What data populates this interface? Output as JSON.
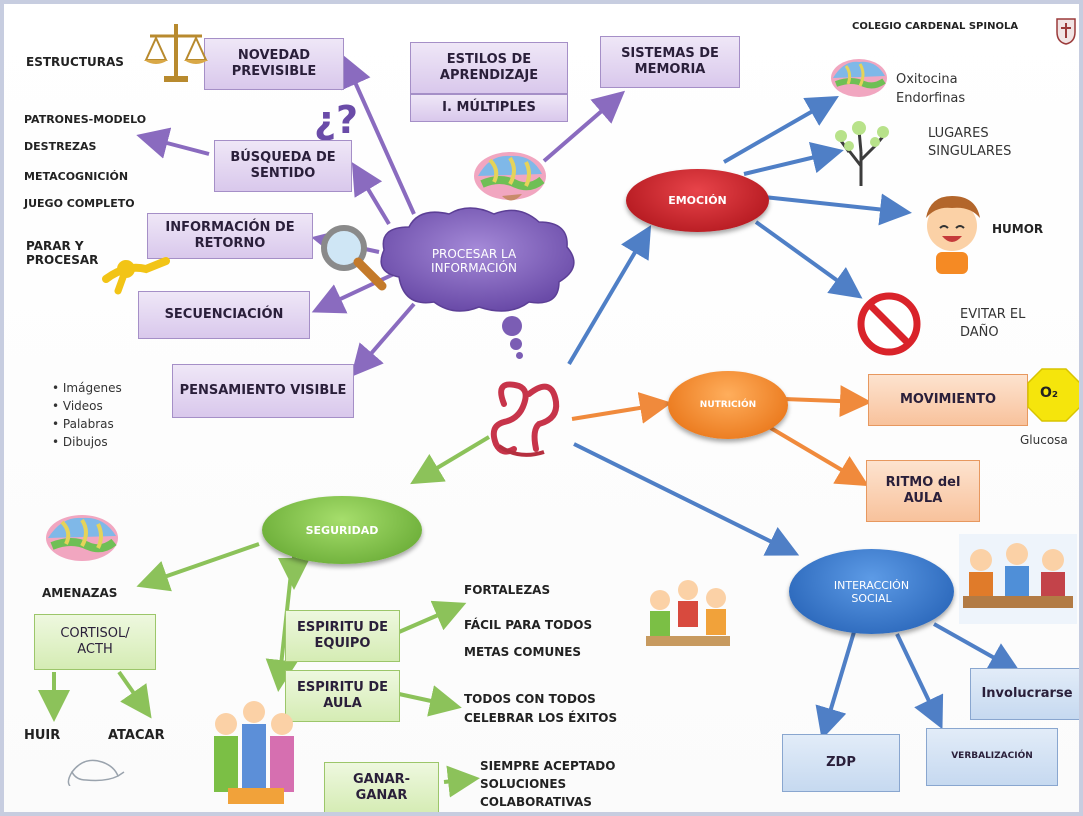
{
  "header": {
    "school": "COLEGIO CARDENAL SPINOLA"
  },
  "nodes": {
    "process": "PROCESAR LA INFORMACIÓN",
    "emotion": "EMOCIÓN",
    "nutrition": "NUTRICIÓN",
    "security": "SEGURIDAD",
    "social": "INTERACCIÓN SOCIAL"
  },
  "process_branch": {
    "novelty": "NOVEDAD PREVISIBLE",
    "structures": "ESTRUCTURAS",
    "learning_styles": "ESTILOS DE APRENDIZAJE",
    "multiple": "I. MÚLTIPLES",
    "memory": "SISTEMAS DE MEMORIA",
    "meaning": "BÚSQUEDA DE SENTIDO",
    "meaning_items": [
      "PATRONES-MODELO",
      "DESTREZAS",
      "METACOGNICIÓN",
      "JUEGO COMPLETO"
    ],
    "feedback": "INFORMACIÓN DE RETORNO",
    "stop": "PARAR Y PROCESAR",
    "sequence": "SECUENCIACIÓN",
    "visible": "PENSAMIENTO VISIBLE",
    "visible_items": [
      "• Imágenes",
      "• Videos",
      "• Palabras",
      "• Dibujos"
    ],
    "question_mark": "¿?"
  },
  "emotion_branch": {
    "hormones": [
      "Oxitocina",
      "Endorfinas"
    ],
    "places": "LUGARES SINGULARES",
    "humor": "HUMOR",
    "avoid": "EVITAR EL DAÑO"
  },
  "nutrition_branch": {
    "movement": "MOVIMIENTO",
    "o2": "O₂",
    "glucose": "Glucosa",
    "rhythm": "RITMO del AULA"
  },
  "security_branch": {
    "threats": "AMENAZAS",
    "cortisol": "CORTISOL/ ACTH",
    "flee": "HUIR",
    "attack": "ATACAR",
    "team": "ESPIRITU DE EQUIPO",
    "team_items": [
      "FORTALEZAS",
      "FÁCIL PARA TODOS",
      "METAS COMUNES"
    ],
    "class": "ESPIRITU DE AULA",
    "class_items": [
      "TODOS CON TODOS",
      "CELEBRAR LOS ÉXITOS"
    ],
    "win": "GANAR- GANAR",
    "win_items": [
      "SIEMPRE ACEPTADO",
      "SOLUCIONES",
      "COLABORATIVAS"
    ]
  },
  "social_branch": {
    "involve": "Involucrarse",
    "zdp": "ZDP",
    "verbal": "VERBALIZACIÓN"
  },
  "colors": {
    "purple_arrow": "#8a6bbf",
    "blue_arrow": "#4f7fc6",
    "orange_arrow": "#f08a3c",
    "green_arrow": "#8cc25a",
    "emotion": "#c8161d",
    "nutrition": "#f07e18",
    "security": "#7bc143",
    "social": "#2d6fc7",
    "process": "#7b5db4"
  }
}
